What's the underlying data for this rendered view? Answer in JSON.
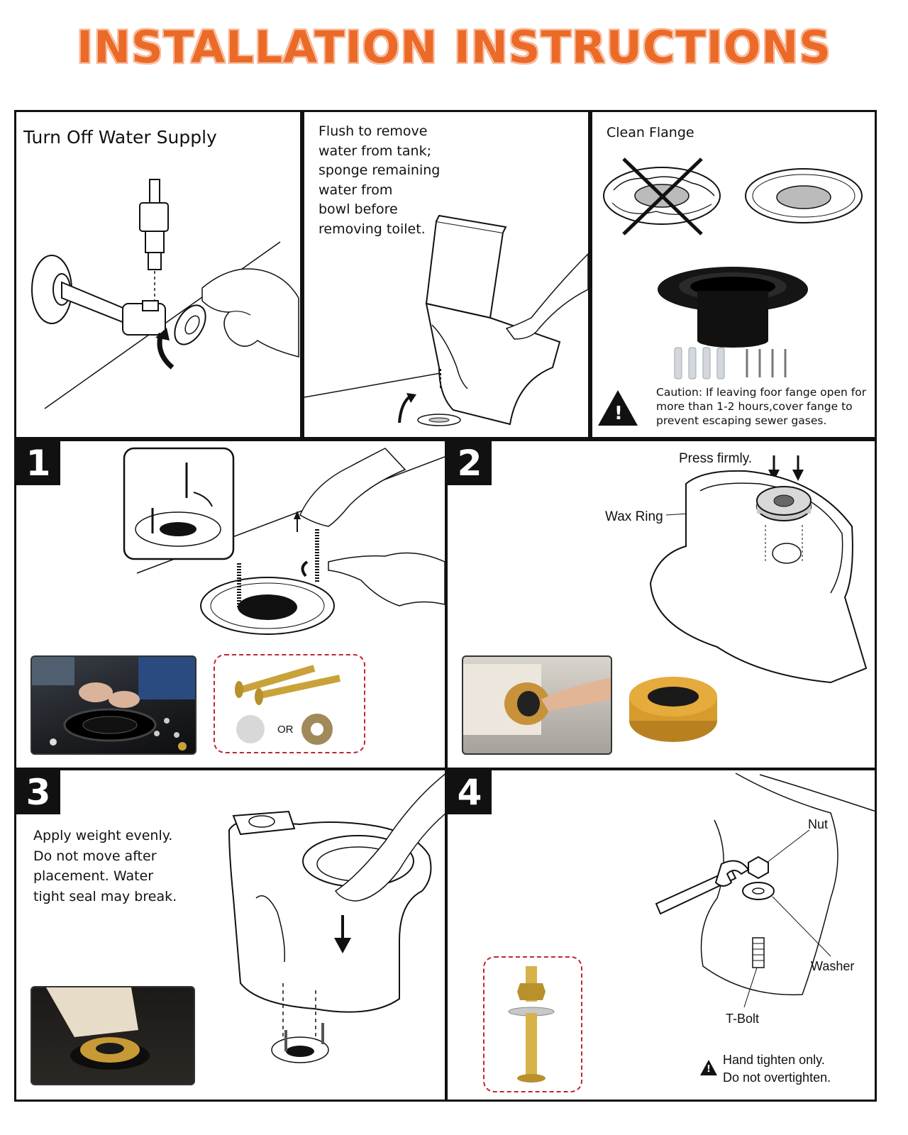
{
  "header": {
    "title": "INSTALLATION INSTRUCTIONS"
  },
  "prep": {
    "water": {
      "title": "Turn Off Water Supply"
    },
    "flush": {
      "text": "Flush to remove\nwater from tank;\nsponge remaining\nwater from\nbowl before\nremoving toilet."
    },
    "clean": {
      "title": "Clean Flange",
      "caution": "Caution: If leaving foor fange open for\nmore than 1-2 hours,cover fange to\nprevent escaping sewer gases.",
      "caution_icon": "warning-triangle-icon"
    }
  },
  "steps": {
    "s1": {
      "number": "1",
      "or_label": "OR"
    },
    "s2": {
      "number": "2",
      "press_label": "Press firmly.",
      "wax_label": "Wax Ring"
    },
    "s3": {
      "number": "3",
      "text": "Apply weight evenly.\nDo not move after\nplacement. Water\ntight seal may break."
    },
    "s4": {
      "number": "4",
      "nut_label": "Nut",
      "washer_label": "Washer",
      "tbolt_label": "T-Bolt",
      "note": "Hand tighten only.\nDo not overtighten."
    }
  },
  "colors": {
    "title_orange": "#ec6a28",
    "dashed_red": "#c4262e",
    "brass": "#c9a33a",
    "wax": "#d69a2d"
  }
}
